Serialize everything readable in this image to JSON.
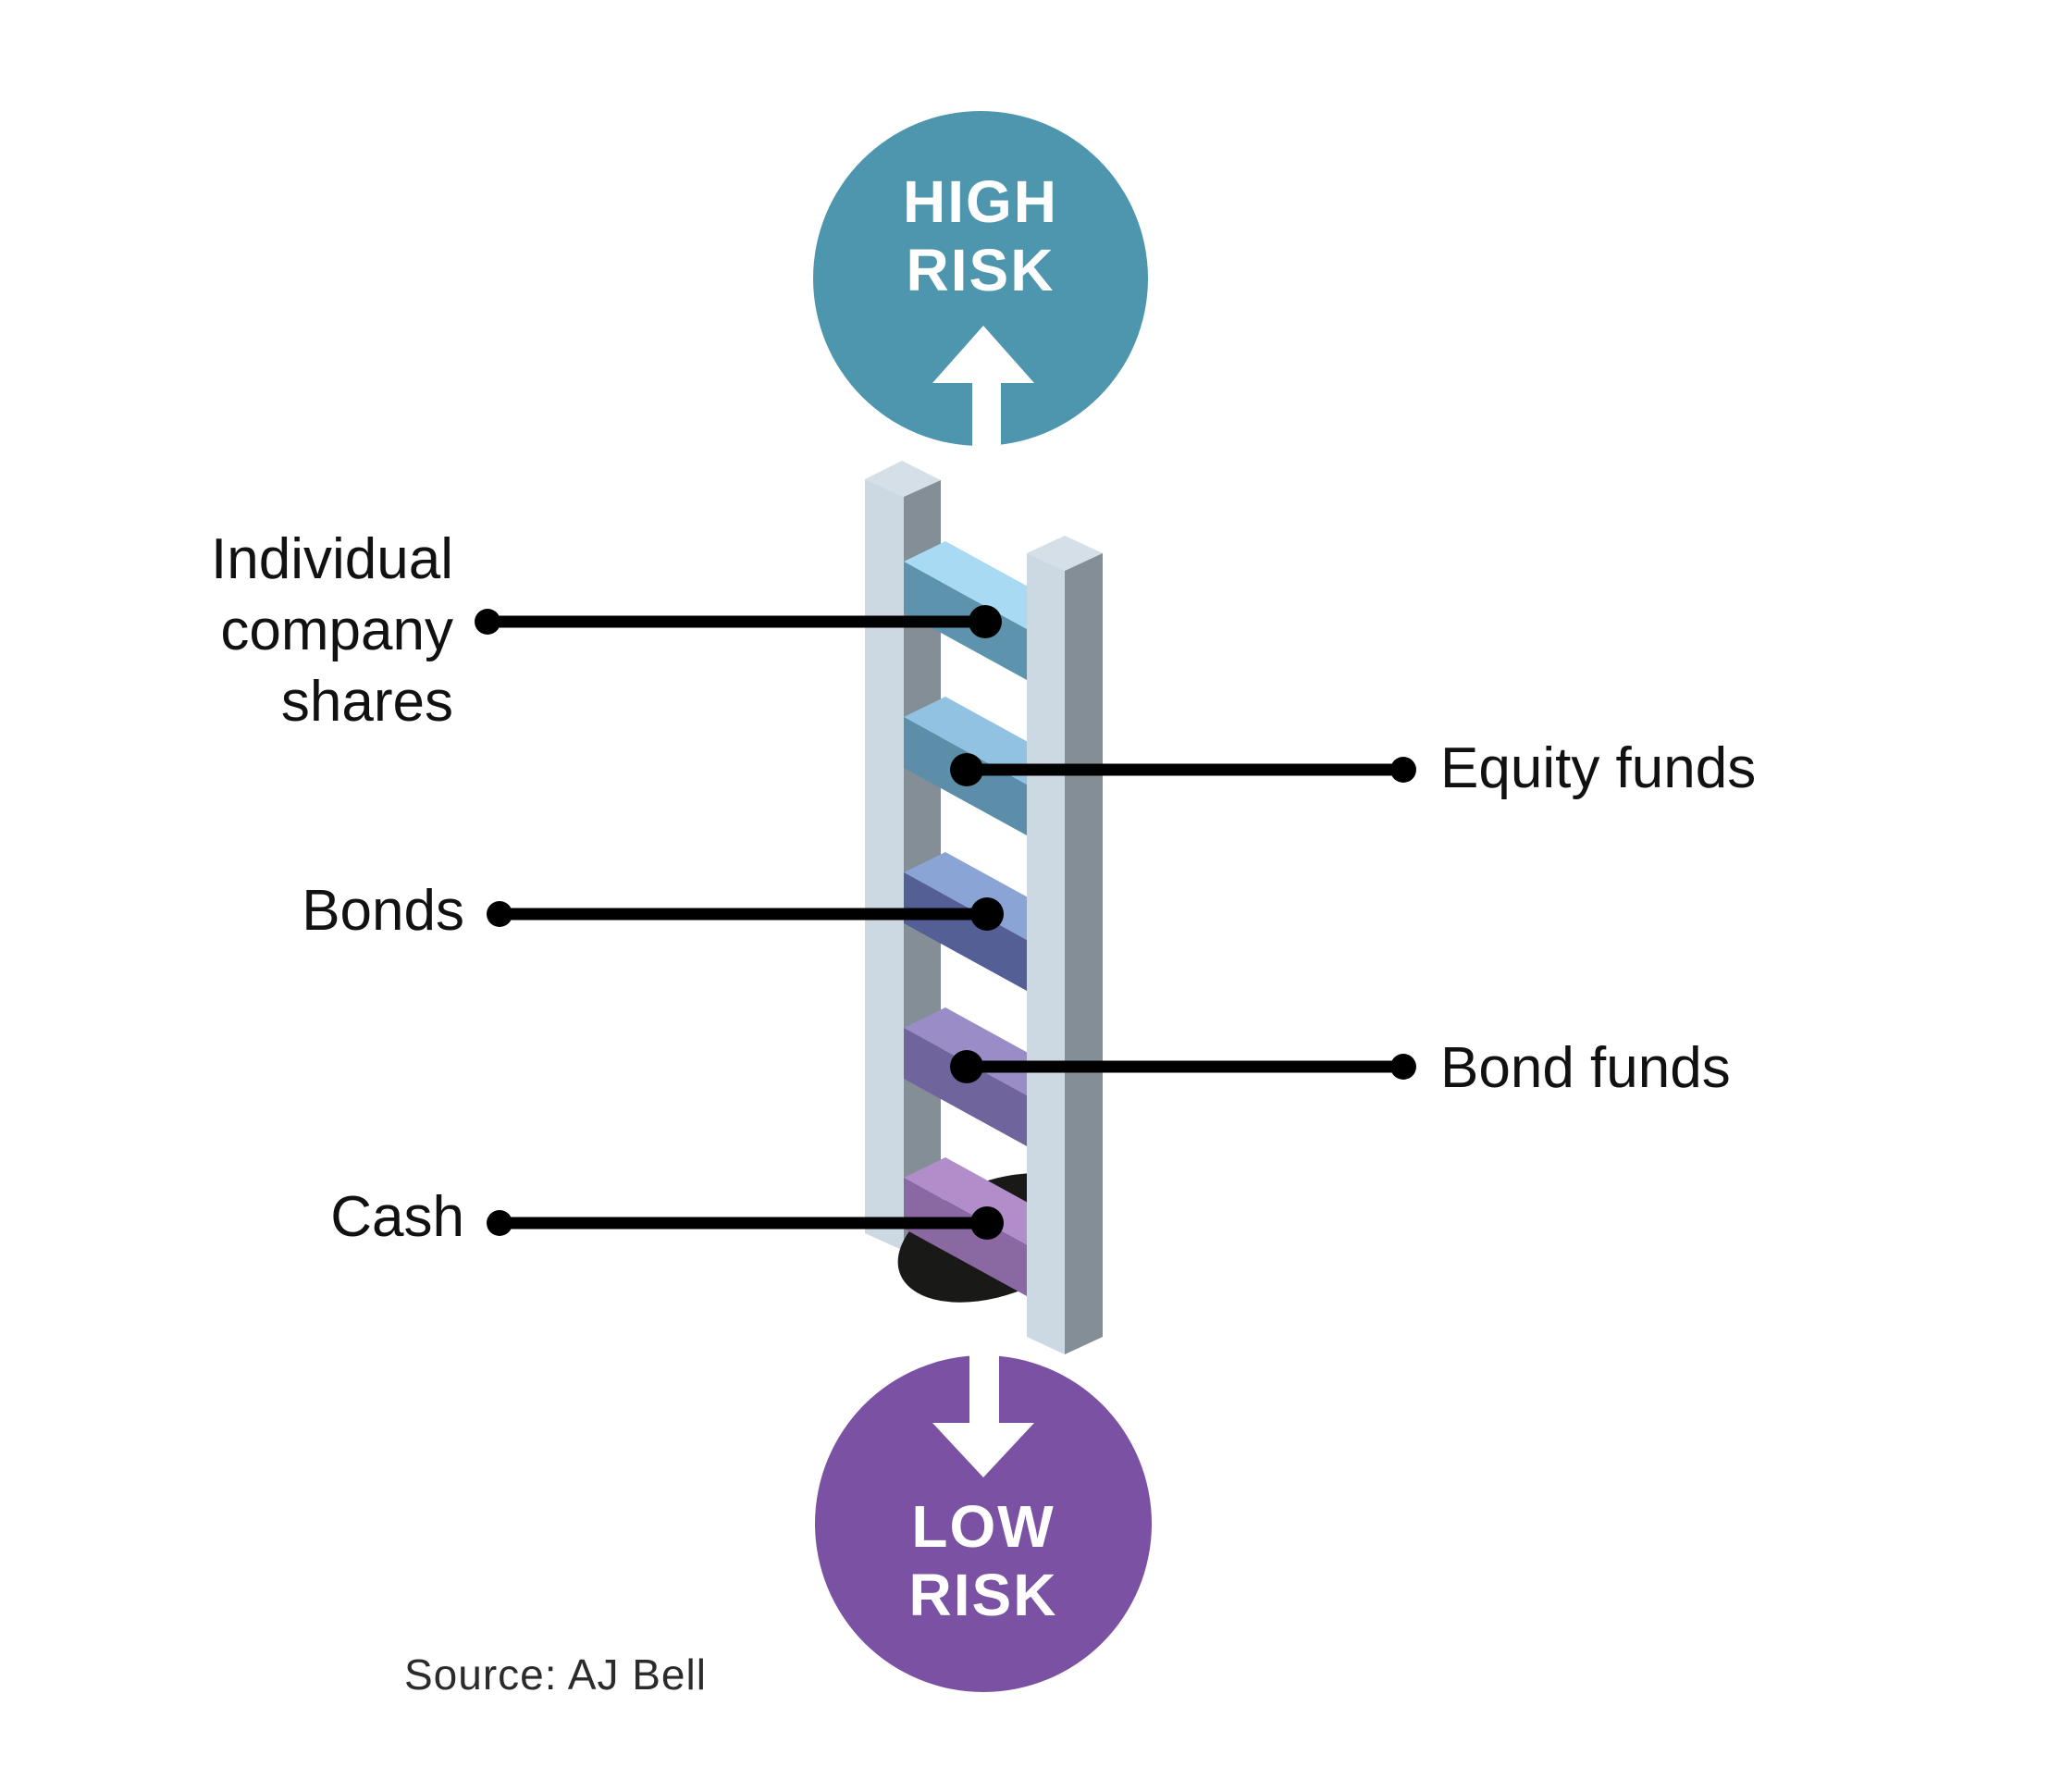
{
  "figure": {
    "high_risk_circle": {
      "line1": "HIGH",
      "line2": "RISK",
      "color": "#4e96ae"
    },
    "low_risk_circle": {
      "line1": "LOW",
      "line2": "RISK",
      "color": "#7b52a3"
    },
    "source": "Source: AJ Bell"
  },
  "callouts": {
    "left": [
      {
        "id": "individual-company-shares",
        "lines": [
          "Individual",
          "company",
          "shares"
        ]
      },
      {
        "id": "bonds",
        "lines": [
          "Bonds"
        ]
      },
      {
        "id": "cash",
        "lines": [
          "Cash"
        ]
      }
    ],
    "right": [
      {
        "id": "equity-funds",
        "text": "Equity funds"
      },
      {
        "id": "bond-funds",
        "text": "Bond funds"
      }
    ],
    "line_color": "#000000"
  },
  "ladder": {
    "risk_axis": {
      "top": "HIGH RISK",
      "bottom": "LOW RISK"
    },
    "rungs_top_to_bottom": [
      {
        "label": "Individual company shares",
        "label_side": "left",
        "top_color": "#a9daf3",
        "front_color": "#5e93ad"
      },
      {
        "label": "Equity funds",
        "label_side": "right",
        "top_color": "#92c2e2",
        "front_color": "#5d8ea9"
      },
      {
        "label": "Bonds",
        "label_side": "left",
        "top_color": "#8ba4d6",
        "front_color": "#535f95"
      },
      {
        "label": "Bond funds",
        "label_side": "right",
        "top_color": "#9a8cc6",
        "front_color": "#70649d"
      },
      {
        "label": "Cash",
        "label_side": "left",
        "top_color": "#b18dc9",
        "front_color": "#8a68a1"
      }
    ],
    "post_front_color": "#ccd8e2",
    "post_side_color": "#848e97",
    "post_top_color": "#d4dfe7",
    "shadow_color": "#191917"
  }
}
